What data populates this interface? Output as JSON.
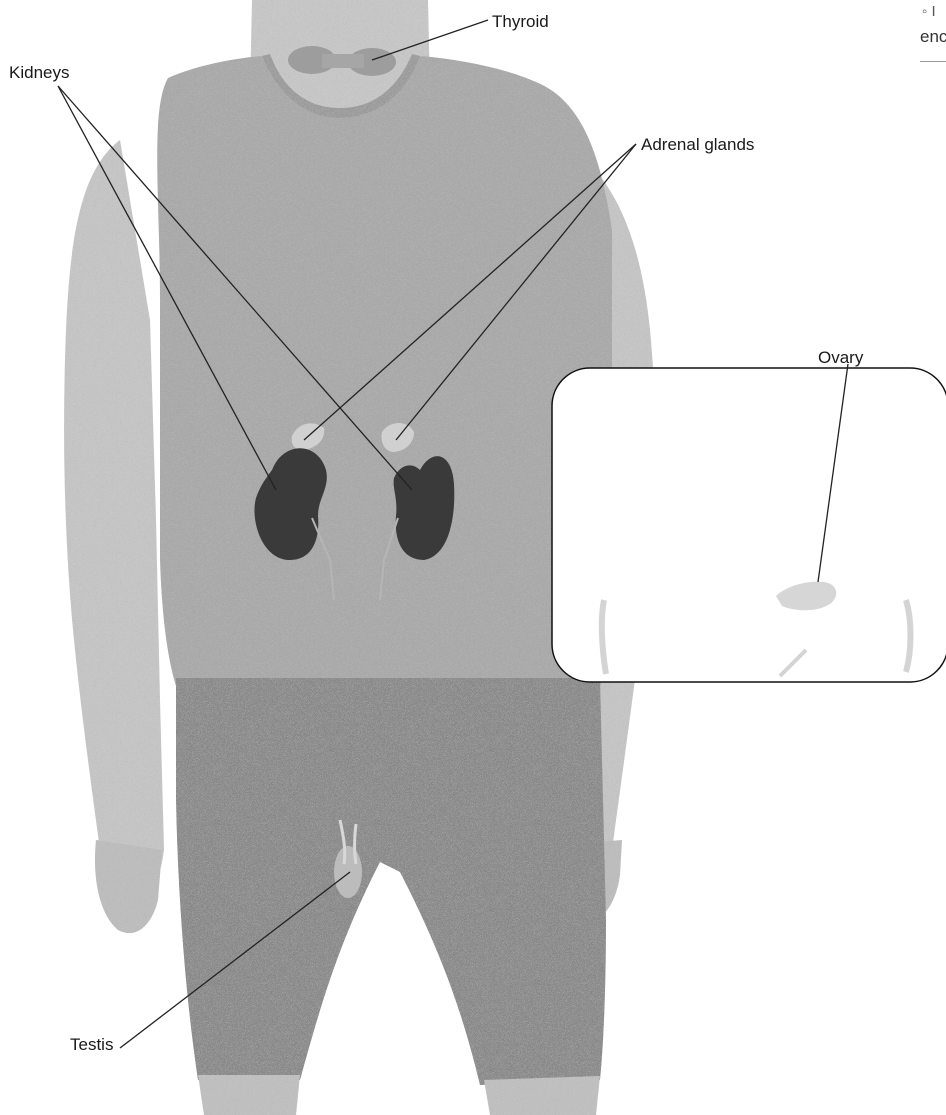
{
  "labels": {
    "thyroid": "Thyroid",
    "kidneys": "Kidneys",
    "adrenal_glands": "Adrenal glands",
    "ovary": "Ovary",
    "testis": "Testis"
  },
  "corner_text": {
    "line1": "◦ I",
    "line2": "enc"
  },
  "colors": {
    "body_skin": "#c4c4c4",
    "shirt": "#a9a9a9",
    "shorts": "#8a8a8a",
    "kidney": "#3a3a3a",
    "leader_line": "#222222",
    "inset_border": "#111111"
  }
}
